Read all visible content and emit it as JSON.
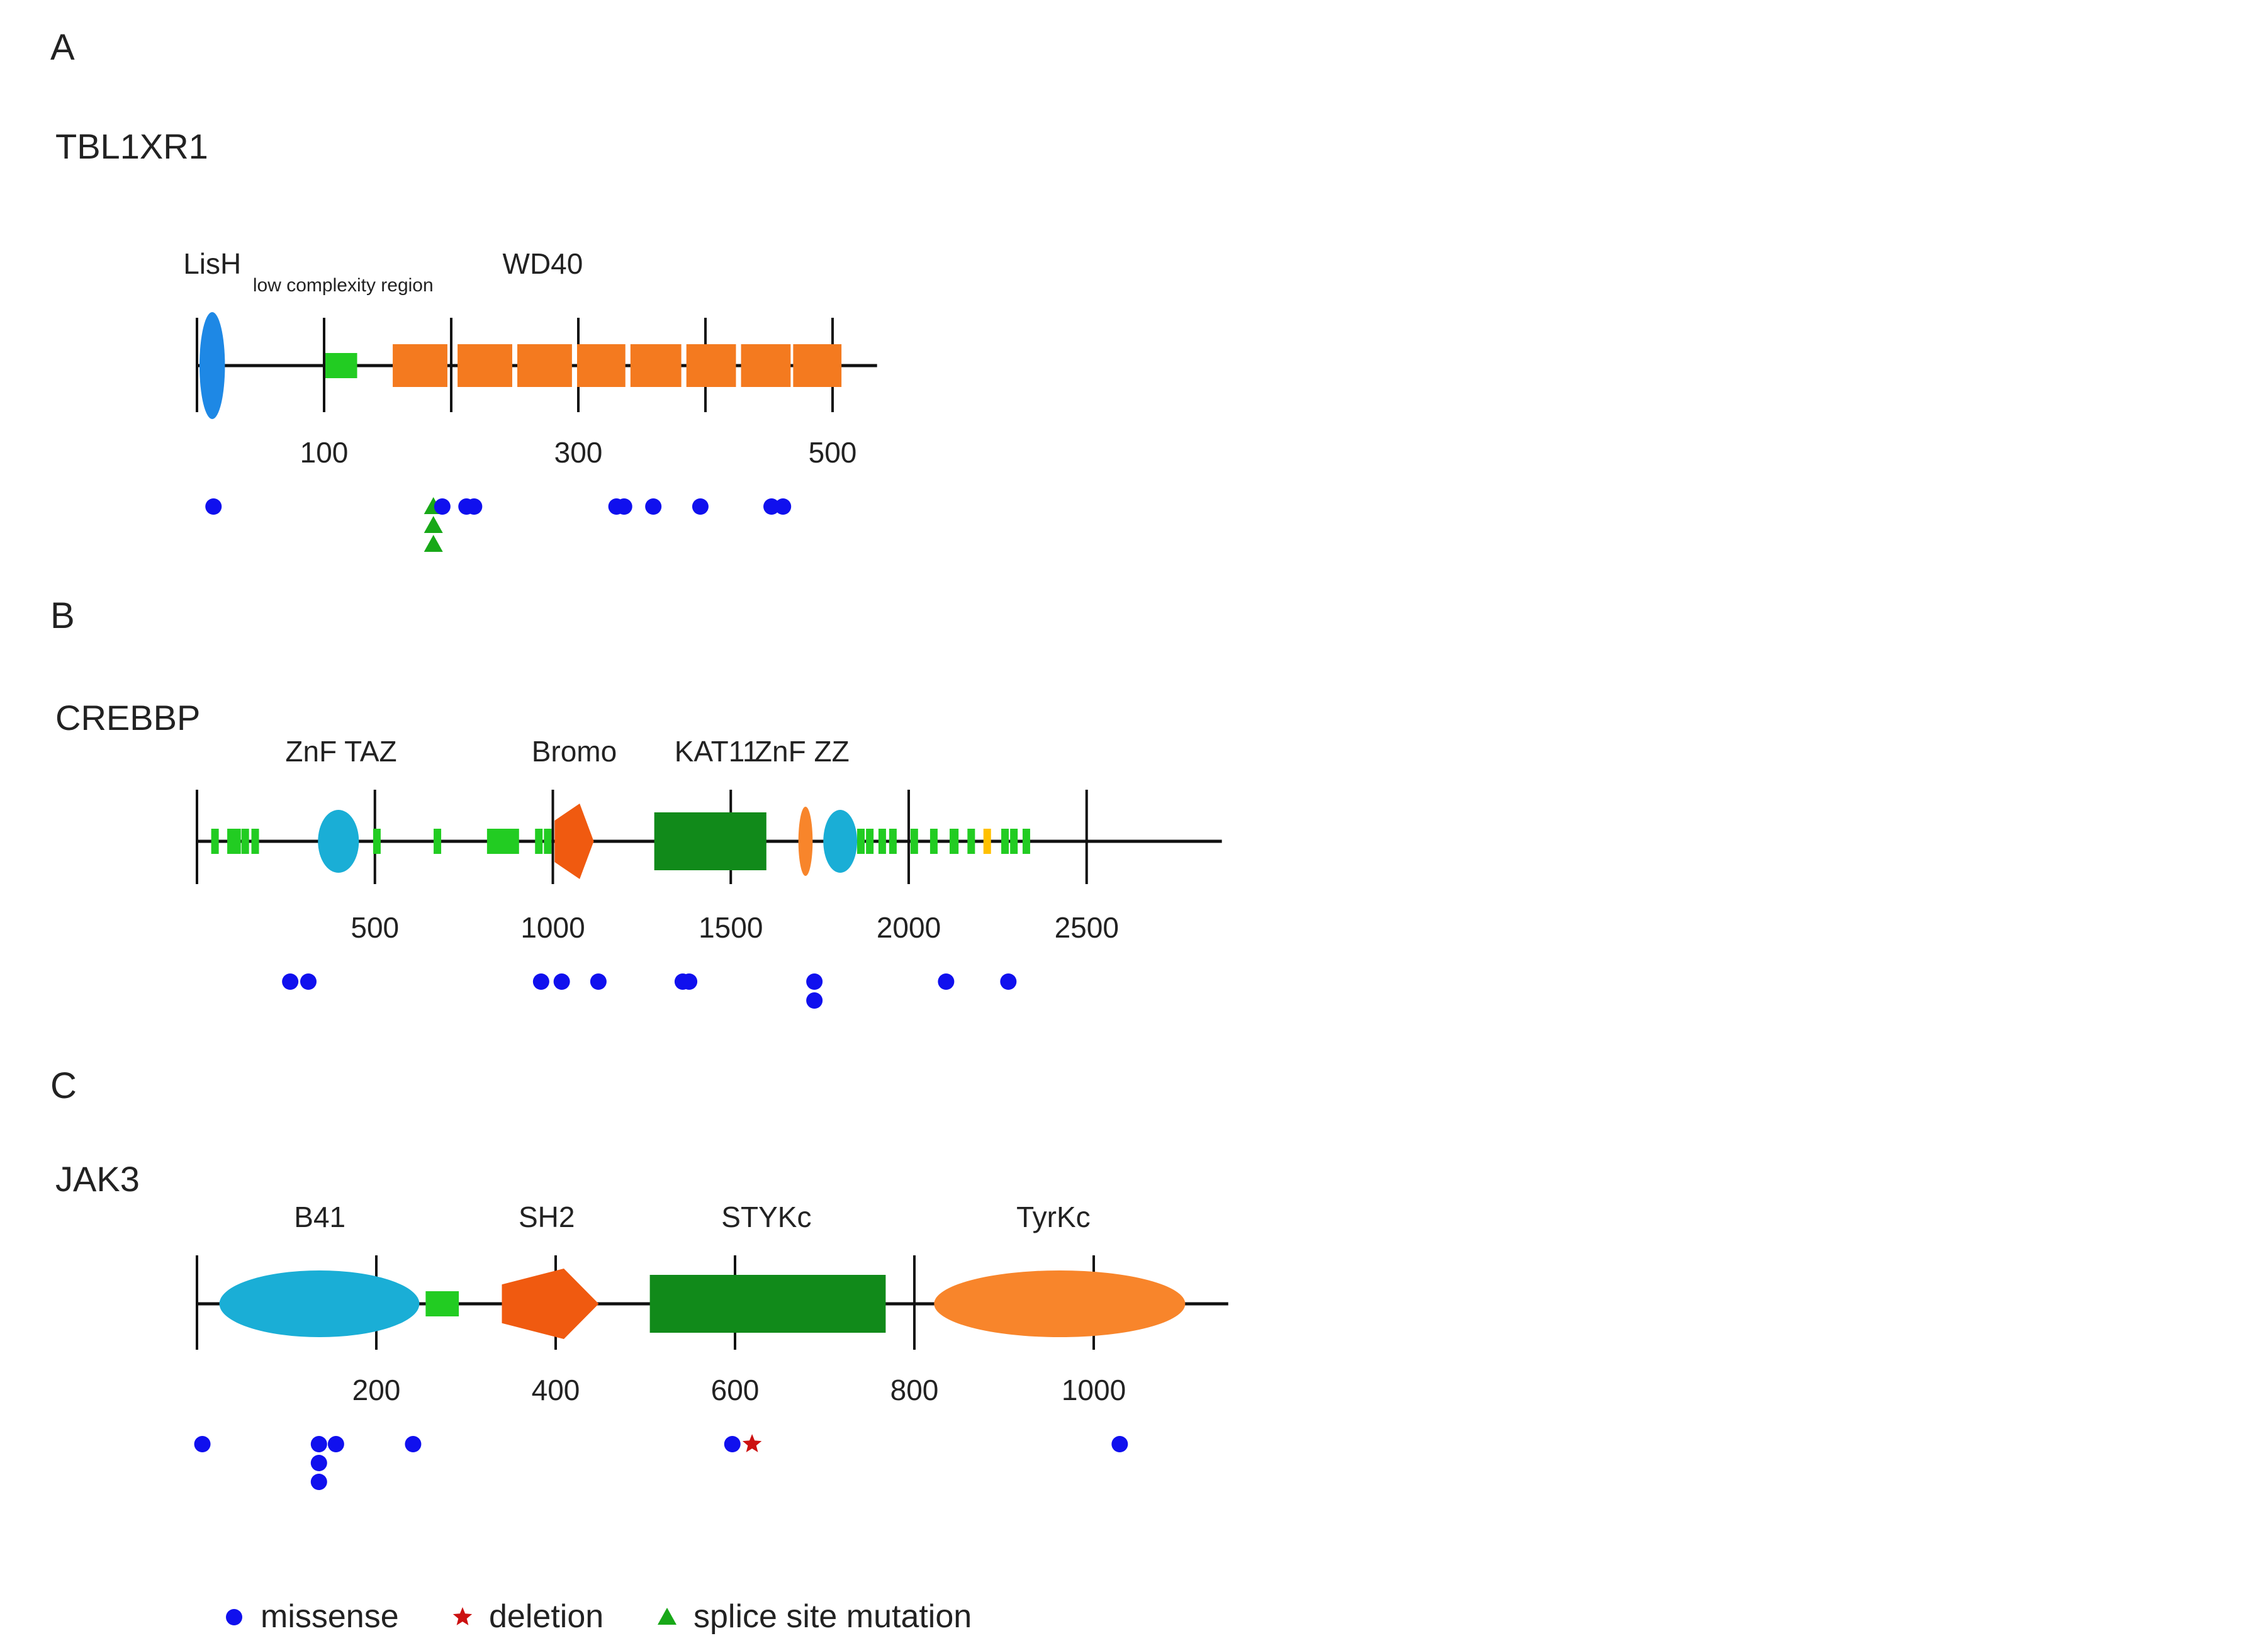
{
  "panels": [
    {
      "letter": "A",
      "gene": "TBL1XR1",
      "ticks": [
        {
          "pos": 0,
          "label": ""
        },
        {
          "pos": 100,
          "label": "100"
        },
        {
          "pos": 200,
          "label": ""
        },
        {
          "pos": 300,
          "label": "300"
        },
        {
          "pos": 400,
          "label": ""
        },
        {
          "pos": 500,
          "label": "500"
        }
      ],
      "line_end": 535,
      "labels": [
        {
          "text": "LisH",
          "at": 12
        },
        {
          "text": "low complexity region",
          "at": 115,
          "small": true
        },
        {
          "text": "WD40",
          "at": 272
        }
      ],
      "domains": [
        {
          "name": "LisH",
          "shape": "ellipse",
          "start": 2,
          "end": 22,
          "color": "#1e88e5"
        },
        {
          "name": "low complexity region",
          "shape": "rect-thin",
          "start": 101,
          "end": 126,
          "color": "#22cc22"
        },
        {
          "name": "WD40",
          "shape": "rect",
          "start": 154,
          "end": 197,
          "color": "#f47a1f"
        },
        {
          "name": "WD40",
          "shape": "rect",
          "start": 205,
          "end": 248,
          "color": "#f47a1f"
        },
        {
          "name": "WD40",
          "shape": "rect",
          "start": 252,
          "end": 295,
          "color": "#f47a1f"
        },
        {
          "name": "WD40",
          "shape": "rect",
          "start": 299,
          "end": 337,
          "color": "#f47a1f"
        },
        {
          "name": "WD40",
          "shape": "rect",
          "start": 341,
          "end": 381,
          "color": "#f47a1f"
        },
        {
          "name": "WD40",
          "shape": "rect",
          "start": 385,
          "end": 424,
          "color": "#f47a1f"
        },
        {
          "name": "WD40",
          "shape": "rect",
          "start": 428,
          "end": 467,
          "color": "#f47a1f"
        },
        {
          "name": "WD40",
          "shape": "rect",
          "start": 469,
          "end": 507,
          "color": "#f47a1f"
        }
      ],
      "mutations": [
        {
          "type": "missense",
          "pos": 13
        },
        {
          "type": "splice",
          "pos": 186,
          "count": 3
        },
        {
          "type": "missense",
          "pos": 193
        },
        {
          "type": "missense",
          "pos": 212
        },
        {
          "type": "missense",
          "pos": 218
        },
        {
          "type": "missense",
          "pos": 330
        },
        {
          "type": "missense",
          "pos": 336
        },
        {
          "type": "missense",
          "pos": 359
        },
        {
          "type": "missense",
          "pos": 396
        },
        {
          "type": "missense",
          "pos": 452
        },
        {
          "type": "missense",
          "pos": 461
        }
      ]
    },
    {
      "letter": "B",
      "gene": "CREBBP",
      "ticks": [
        {
          "pos": 0,
          "label": ""
        },
        {
          "pos": 500,
          "label": "500"
        },
        {
          "pos": 1000,
          "label": "1000"
        },
        {
          "pos": 1500,
          "label": "1500"
        },
        {
          "pos": 2000,
          "label": "2000"
        },
        {
          "pos": 2500,
          "label": "2500"
        }
      ],
      "line_end": 2880,
      "labels": [
        {
          "text": "ZnF TAZ",
          "at": 405
        },
        {
          "text": "Bromo",
          "at": 1060
        },
        {
          "text": "KAT11",
          "at": 1460
        },
        {
          "text": "ZnF ZZ",
          "at": 1700
        }
      ],
      "domains": [
        {
          "name": "low complexity region",
          "shape": "rect-small",
          "start": 40,
          "end": 52,
          "color": "#22cc22"
        },
        {
          "name": "low complexity region",
          "shape": "rect-small",
          "start": 85,
          "end": 97,
          "color": "#22cc22"
        },
        {
          "name": "low complexity region",
          "shape": "rect-small",
          "start": 102,
          "end": 112,
          "color": "#22cc22"
        },
        {
          "name": "low complexity region",
          "shape": "rect-small",
          "start": 125,
          "end": 137,
          "color": "#22cc22"
        },
        {
          "name": "low complexity region",
          "shape": "rect-small",
          "start": 153,
          "end": 165,
          "color": "#22cc22"
        },
        {
          "name": "ZnF TAZ",
          "shape": "ellipse",
          "start": 340,
          "end": 455,
          "color": "#1aaed6"
        },
        {
          "name": "low complexity region",
          "shape": "rect-small",
          "start": 495,
          "end": 510,
          "color": "#22cc22"
        },
        {
          "name": "low complexity region",
          "shape": "rect-small",
          "start": 665,
          "end": 680,
          "color": "#22cc22"
        },
        {
          "name": "low complexity region",
          "shape": "rect-thin",
          "start": 815,
          "end": 905,
          "color": "#22cc22"
        },
        {
          "name": "low complexity region",
          "shape": "rect-small",
          "start": 950,
          "end": 965,
          "color": "#22cc22"
        },
        {
          "name": "low complexity region",
          "shape": "rect-small",
          "start": 975,
          "end": 990,
          "color": "#22cc22"
        },
        {
          "name": "Bromo",
          "shape": "pentagon",
          "start": 1005,
          "end": 1115,
          "color": "#f05a10"
        },
        {
          "name": "KAT11",
          "shape": "rect-big",
          "start": 1285,
          "end": 1600,
          "color": "#118a1a"
        },
        {
          "name": "ZnF ZZ",
          "shape": "ellipse-tall",
          "start": 1690,
          "end": 1730,
          "color": "#f8852b"
        },
        {
          "name": "ZnF TAZ",
          "shape": "ellipse",
          "start": 1760,
          "end": 1855,
          "color": "#1aaed6"
        },
        {
          "name": "low complexity region",
          "shape": "rect-small",
          "start": 1855,
          "end": 1870,
          "color": "#22cc22"
        },
        {
          "name": "low complexity region",
          "shape": "rect-small",
          "start": 1880,
          "end": 1895,
          "color": "#22cc22"
        },
        {
          "name": "low complexity region",
          "shape": "rect-small",
          "start": 1915,
          "end": 1930,
          "color": "#22cc22"
        },
        {
          "name": "low complexity region",
          "shape": "rect-small",
          "start": 1945,
          "end": 1958,
          "color": "#22cc22"
        },
        {
          "name": "low complexity region",
          "shape": "rect-small",
          "start": 2005,
          "end": 2020,
          "color": "#22cc22"
        },
        {
          "name": "low complexity region",
          "shape": "rect-small",
          "start": 2060,
          "end": 2072,
          "color": "#22cc22"
        },
        {
          "name": "low complexity region",
          "shape": "rect-small",
          "start": 2115,
          "end": 2140,
          "color": "#22cc22"
        },
        {
          "name": "low complexity region",
          "shape": "rect-small",
          "start": 2165,
          "end": 2180,
          "color": "#22cc22"
        },
        {
          "name": "low complexity region",
          "shape": "rect-small",
          "start": 2210,
          "end": 2225,
          "color": "#ffc000"
        },
        {
          "name": "low complexity region",
          "shape": "rect-small",
          "start": 2260,
          "end": 2275,
          "color": "#22cc22"
        },
        {
          "name": "low complexity region",
          "shape": "rect-small",
          "start": 2285,
          "end": 2300,
          "color": "#22cc22"
        },
        {
          "name": "low complexity region",
          "shape": "rect-small",
          "start": 2320,
          "end": 2340,
          "color": "#22cc22"
        }
      ],
      "mutations": [
        {
          "type": "missense",
          "pos": 262
        },
        {
          "type": "missense",
          "pos": 313
        },
        {
          "type": "missense",
          "pos": 967
        },
        {
          "type": "missense",
          "pos": 1025
        },
        {
          "type": "missense",
          "pos": 1128
        },
        {
          "type": "missense",
          "pos": 1365
        },
        {
          "type": "missense",
          "pos": 1383
        },
        {
          "type": "missense",
          "pos": 1735
        },
        {
          "type": "missense",
          "pos": 1735,
          "row": 1
        },
        {
          "type": "missense",
          "pos": 2105
        },
        {
          "type": "missense",
          "pos": 2280
        }
      ]
    },
    {
      "letter": "C",
      "gene": "JAK3",
      "ticks": [
        {
          "pos": 0,
          "label": ""
        },
        {
          "pos": 200,
          "label": "200"
        },
        {
          "pos": 400,
          "label": "400"
        },
        {
          "pos": 600,
          "label": "600"
        },
        {
          "pos": 800,
          "label": "800"
        },
        {
          "pos": 1000,
          "label": "1000"
        }
      ],
      "line_end": 1150,
      "labels": [
        {
          "text": "B41",
          "at": 137
        },
        {
          "text": "SH2",
          "at": 390
        },
        {
          "text": "STYKc",
          "at": 635
        },
        {
          "text": "TyrKc",
          "at": 955
        }
      ],
      "domains": [
        {
          "name": "B41",
          "shape": "ellipse-long",
          "start": 25,
          "end": 248,
          "color": "#1aaed6"
        },
        {
          "name": "low complexity region",
          "shape": "rect-thin",
          "start": 255,
          "end": 292,
          "color": "#22cc22"
        },
        {
          "name": "SH2",
          "shape": "pentagon",
          "start": 340,
          "end": 448,
          "color": "#f05a10"
        },
        {
          "name": "STYKc",
          "shape": "rect-big",
          "start": 505,
          "end": 768,
          "color": "#118a1a"
        },
        {
          "name": "TyrKc",
          "shape": "ellipse-long",
          "start": 822,
          "end": 1102,
          "color": "#f8852b"
        }
      ],
      "mutations": [
        {
          "type": "missense",
          "pos": 6
        },
        {
          "type": "missense",
          "pos": 136
        },
        {
          "type": "missense",
          "pos": 136,
          "row": 1
        },
        {
          "type": "missense",
          "pos": 136,
          "row": 2
        },
        {
          "type": "missense",
          "pos": 155
        },
        {
          "type": "missense",
          "pos": 241
        },
        {
          "type": "missense",
          "pos": 597
        },
        {
          "type": "deletion",
          "pos": 619
        },
        {
          "type": "missense",
          "pos": 1029
        }
      ]
    }
  ],
  "legend": [
    {
      "type": "missense",
      "label": "missense",
      "color": "#1010ee"
    },
    {
      "type": "deletion",
      "label": "deletion",
      "color": "#cc1111"
    },
    {
      "type": "splice",
      "label": "splice site mutation",
      "color": "#18a818"
    }
  ]
}
